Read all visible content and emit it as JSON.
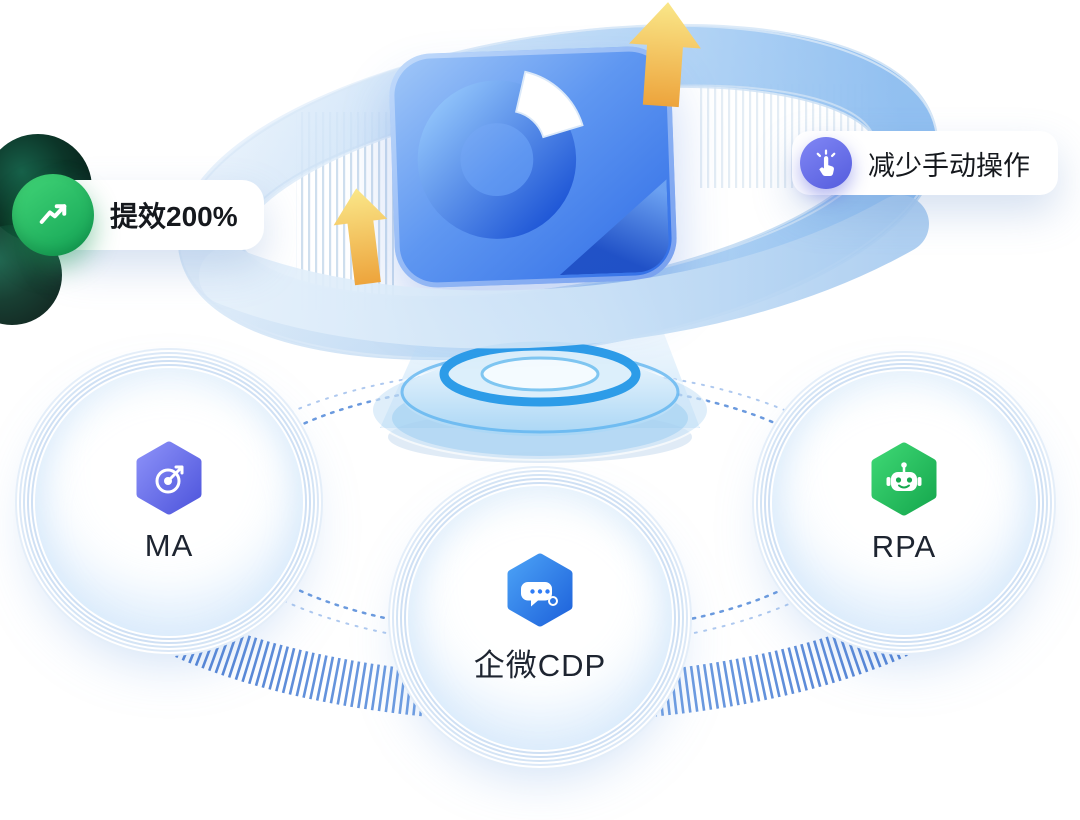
{
  "theme": {
    "accent_blue": "#2f7cf6",
    "accent_green": "#1fbf5f",
    "accent_purple": "#6a6ff0",
    "accent_yellow": "#f2c14e",
    "ring_blue": "#b4d2ef",
    "text_dark": "#15181d"
  },
  "center": {
    "icon": "donut-chart-icon",
    "decor_icons": [
      "arrow-up-large-icon",
      "arrow-up-small-icon",
      "orbit-ring",
      "pedestal"
    ]
  },
  "badges": {
    "efficiency": {
      "label": "提效200%",
      "icon": "trend-up-arrow-icon",
      "color": "#1fbf5f"
    },
    "automation": {
      "label": "减少手动操作",
      "icon": "tap-gesture-icon",
      "color": "#6a6ff0"
    }
  },
  "products": [
    {
      "label": "MA",
      "icon": "target-icon",
      "color": "#6a6ff0"
    },
    {
      "label": "企微CDP",
      "icon": "wecom-chat-icon",
      "color": "#2f7cf6"
    },
    {
      "label": "RPA",
      "icon": "robot-icon",
      "color": "#1fbf5f"
    }
  ]
}
